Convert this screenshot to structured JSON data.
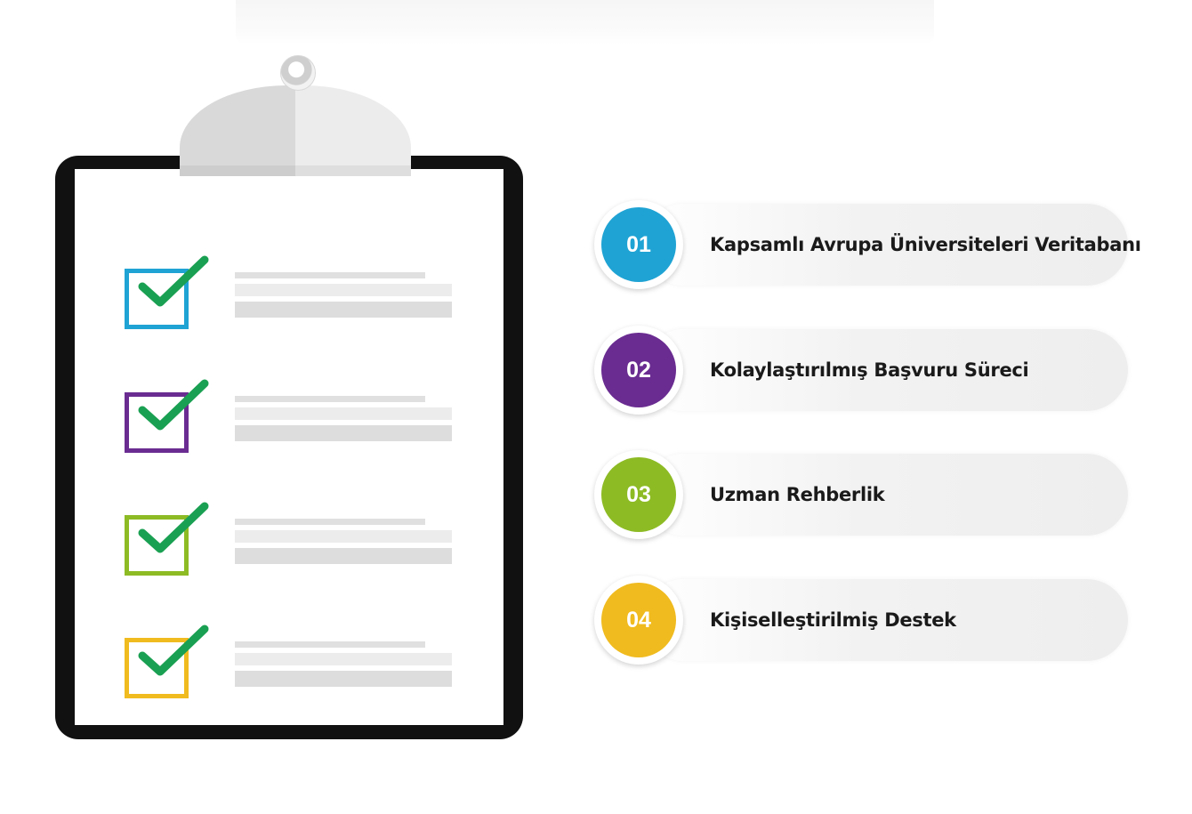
{
  "colors": {
    "blue": "#1fa3d4",
    "purple": "#6a2c91",
    "green": "#8dbb24",
    "yellow": "#f0bb1f",
    "check": "#1aa052"
  },
  "icons": {
    "clipboard": "clipboard-icon",
    "checkbox": "checked-checkbox-icon"
  },
  "items": [
    {
      "number": "01",
      "label": "Kapsamlı Avrupa Üniversiteleri Veritabanı",
      "color": "#1fa3d4"
    },
    {
      "number": "02",
      "label": "Kolaylaştırılmış Başvuru Süreci",
      "color": "#6a2c91"
    },
    {
      "number": "03",
      "label": "Uzman Rehberlik",
      "color": "#8dbb24"
    },
    {
      "number": "04",
      "label": "Kişiselleştirilmiş Destek",
      "color": "#f0bb1f"
    }
  ]
}
